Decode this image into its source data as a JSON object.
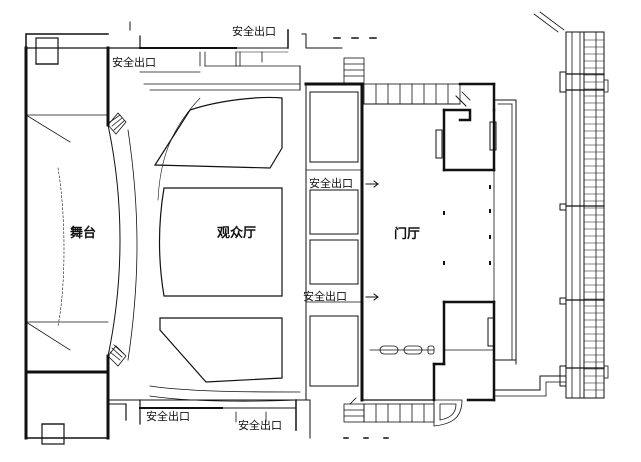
{
  "labels": {
    "exit_label": "安全出口",
    "stage": "舞台",
    "auditorium": "观众厅",
    "lobby": "门厅"
  },
  "colors": {
    "line": "#111111",
    "background": "#ffffff"
  }
}
